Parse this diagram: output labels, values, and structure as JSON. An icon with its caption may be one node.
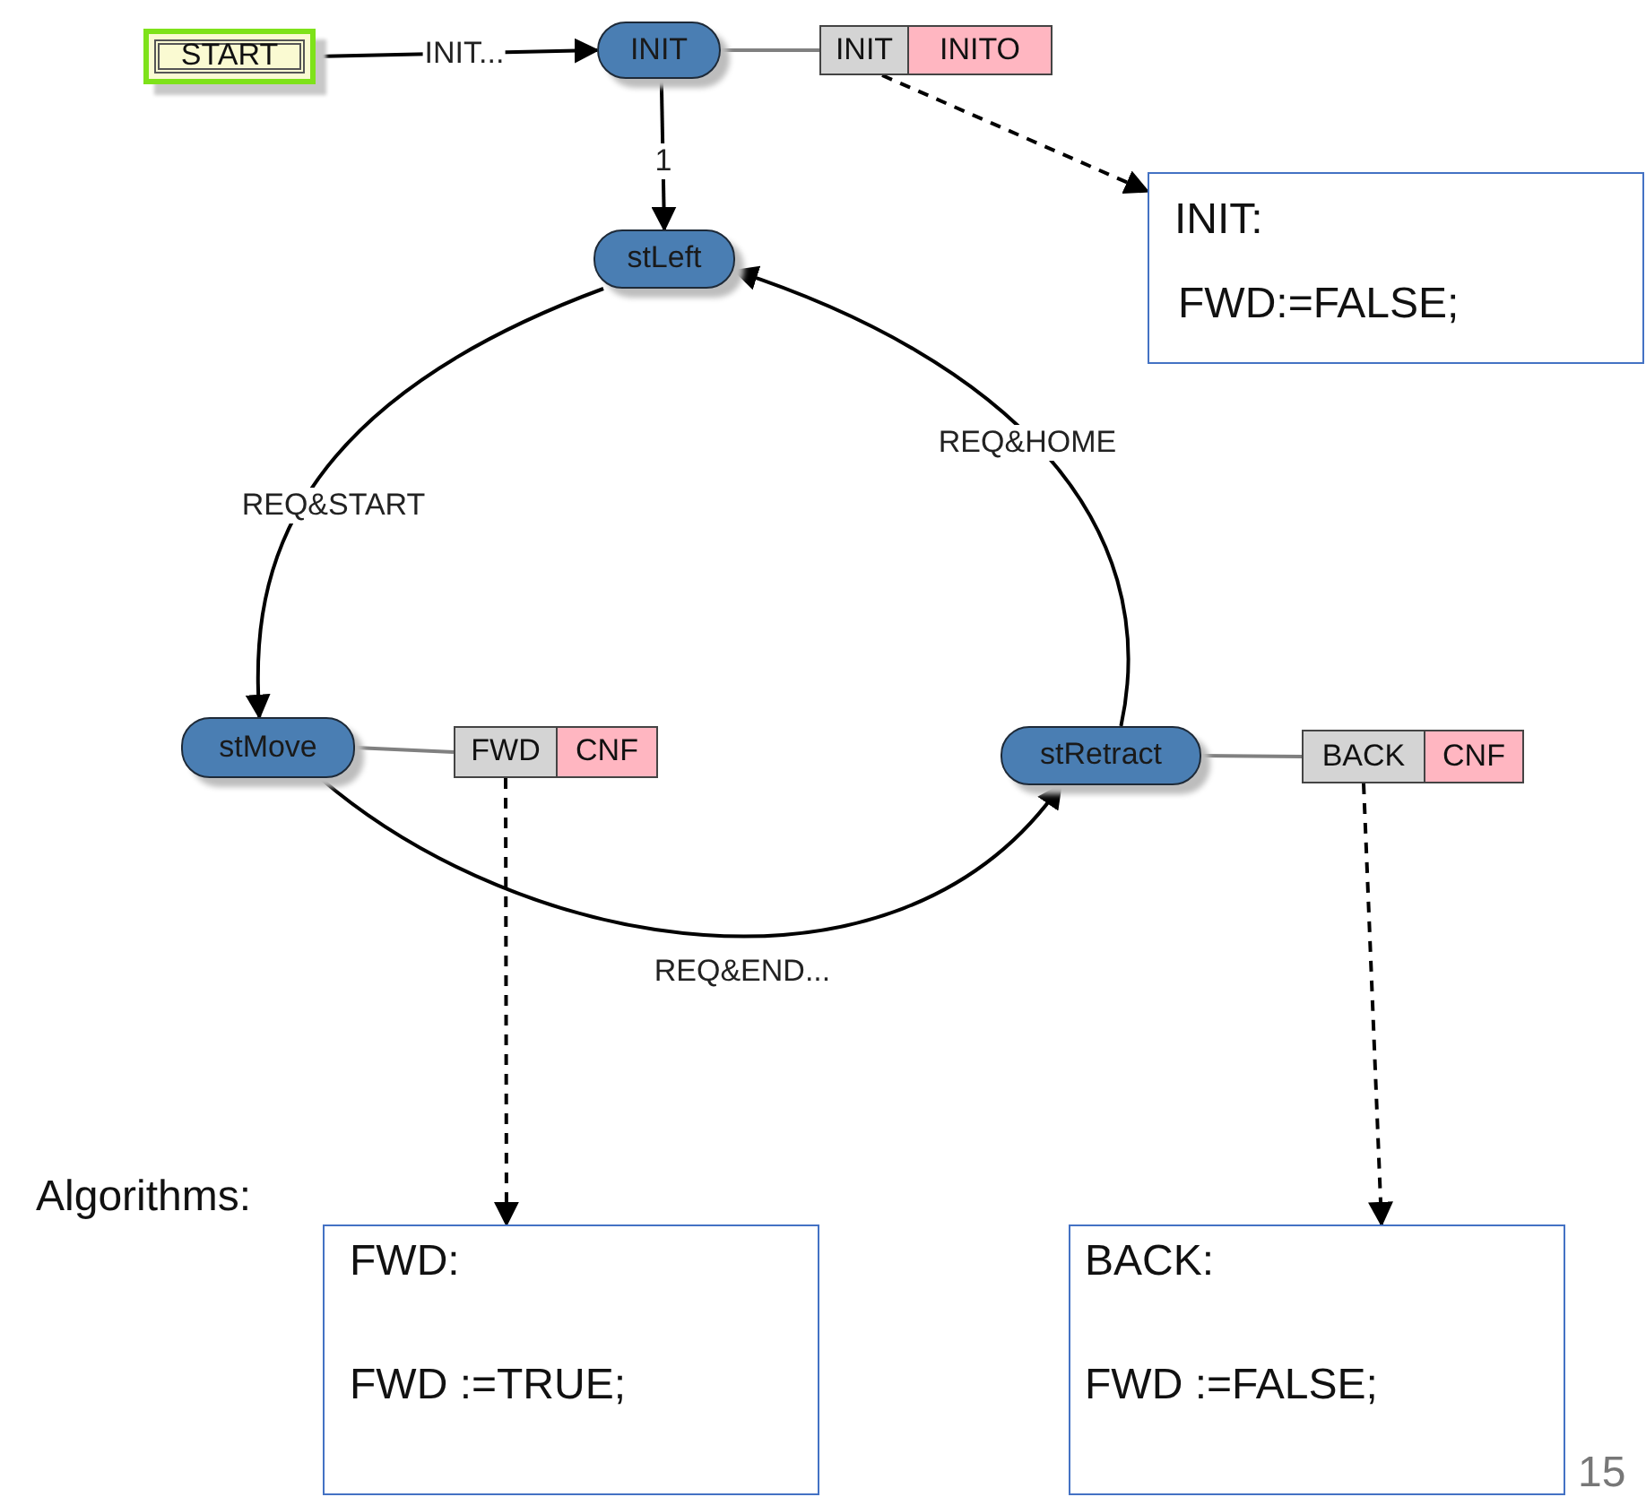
{
  "diagram": {
    "nodes": [
      {
        "text": [
          "START"
        ]
      },
      {
        "text": [
          "INIT"
        ]
      },
      {
        "text": [
          "INIT"
        ]
      },
      {
        "text": [
          "INITO"
        ]
      },
      {
        "text": [
          "stLeft"
        ]
      },
      {
        "text": [
          "stMove"
        ]
      },
      {
        "text": [
          "FWD"
        ]
      },
      {
        "text": [
          "CNF"
        ]
      },
      {
        "text": [
          "stRetract"
        ]
      },
      {
        "text": [
          "BACK"
        ]
      },
      {
        "text": [
          "CNF"
        ]
      },
      {
        "text": [
          "INIT:",
          "FWD:=FALSE;"
        ]
      },
      {
        "text": [
          "FWD:",
          "FWD :=TRUE;"
        ]
      },
      {
        "text": [
          "BACK:",
          "FWD :=FALSE;"
        ]
      }
    ],
    "edges": [
      {
        "from": 0,
        "to": 1,
        "arrow": "to",
        "label": "INIT..."
      },
      {
        "from": 1,
        "to": 2,
        "arrow": "none",
        "color": "#808080"
      },
      {
        "from": 2,
        "to": 11,
        "arrow": "to",
        "style": "dashed"
      },
      {
        "from": 1,
        "to": 4,
        "arrow": "to",
        "label": "1"
      },
      {
        "from": 4,
        "to": 5,
        "arrow": "to",
        "label": "REQ&START"
      },
      {
        "from": 5,
        "to": 6,
        "arrow": "none",
        "color": "#808080"
      },
      {
        "from": 6,
        "to": 12,
        "arrow": "to",
        "style": "dashed"
      },
      {
        "from": 5,
        "to": 8,
        "arrow": "to",
        "label": "REQ&END..."
      },
      {
        "from": 8,
        "to": 4,
        "arrow": "to",
        "label": "REQ&HOME"
      },
      {
        "from": 8,
        "to": 9,
        "arrow": "none",
        "color": "#808080"
      },
      {
        "from": 9,
        "to": 13,
        "arrow": "to",
        "style": "dashed"
      }
    ],
    "labels": [
      "Algorithms:",
      "15"
    ]
  }
}
